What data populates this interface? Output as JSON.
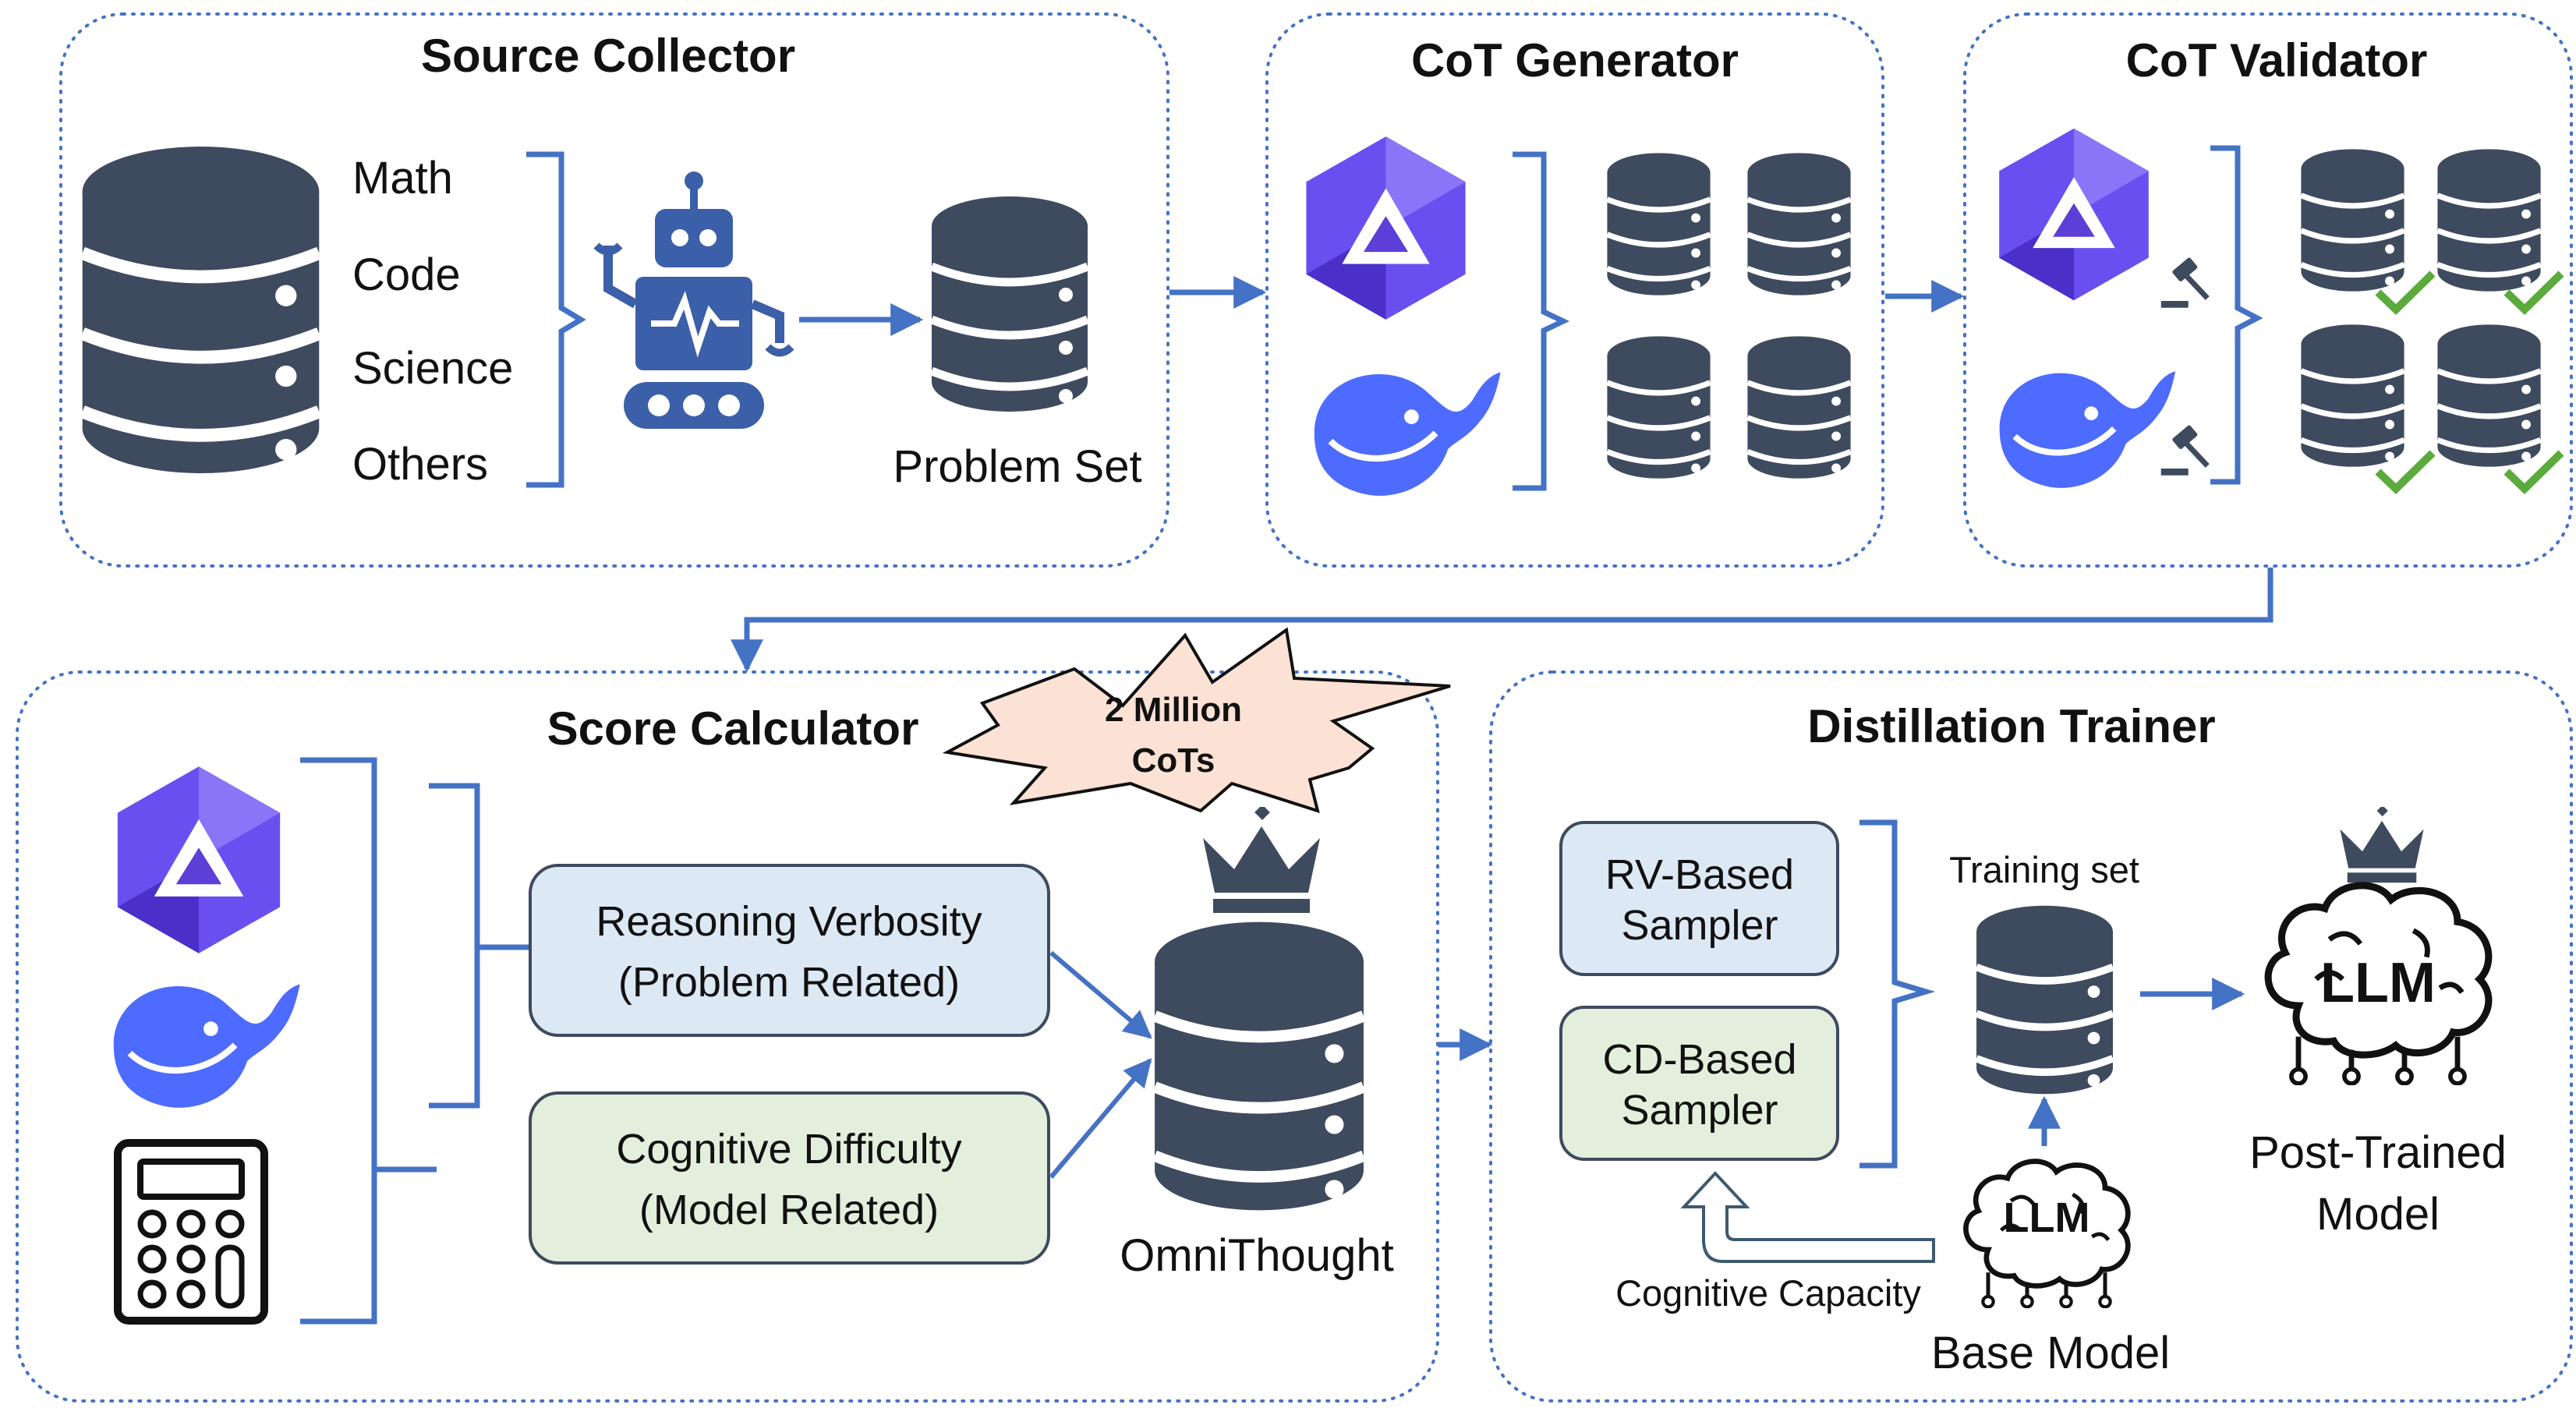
{
  "colors": {
    "accent_blue": "#4472c4",
    "db_dark": "#3e4a5e",
    "box_blue": "#dde8f5",
    "box_green": "#e3efdc",
    "burst_fill": "#fbe2d5",
    "check_green": "#5aab3b",
    "qwen_purple": "#5b3fd6",
    "whale_blue": "#4d6bfe"
  },
  "source_collector": {
    "title": "Source Collector",
    "categories": [
      "Math",
      "Code",
      "Science",
      "Others"
    ],
    "icons": [
      "database-icon",
      "robot-icon"
    ],
    "output_label": "Problem Set"
  },
  "cot_generator": {
    "title": "CoT Generator",
    "icons": [
      "qwen-logo-icon",
      "deepseek-whale-icon",
      "database-icon"
    ]
  },
  "cot_validator": {
    "title": "CoT Validator",
    "icons": [
      "gavel-icon",
      "checkmark-icon",
      "database-icon"
    ]
  },
  "score_calculator": {
    "title": "Score Calculator",
    "burst_label": [
      "2 Million",
      "CoTs"
    ],
    "metric_boxes": [
      {
        "line1": "Reasoning Verbosity",
        "line2": "(Problem Related)"
      },
      {
        "line1": "Cognitive Difficulty",
        "line2": "(Model Related)"
      }
    ],
    "output_label": "OmniThought",
    "icons": [
      "calculator-icon",
      "crown-icon"
    ]
  },
  "distillation_trainer": {
    "title": "Distillation Trainer",
    "samplers": [
      {
        "line1": "RV-Based",
        "line2": "Sampler"
      },
      {
        "line1": "CD-Based",
        "line2": "Sampler"
      }
    ],
    "training_set_label": "Training set",
    "base_model_llm": "LLM",
    "base_model_label": "Base Model",
    "feedback_label": "Cognitive Capacity",
    "post_llm": "LLM",
    "post_label": [
      "Post-Trained",
      "Model"
    ],
    "icons": [
      "brain-icon",
      "crown-icon"
    ]
  }
}
